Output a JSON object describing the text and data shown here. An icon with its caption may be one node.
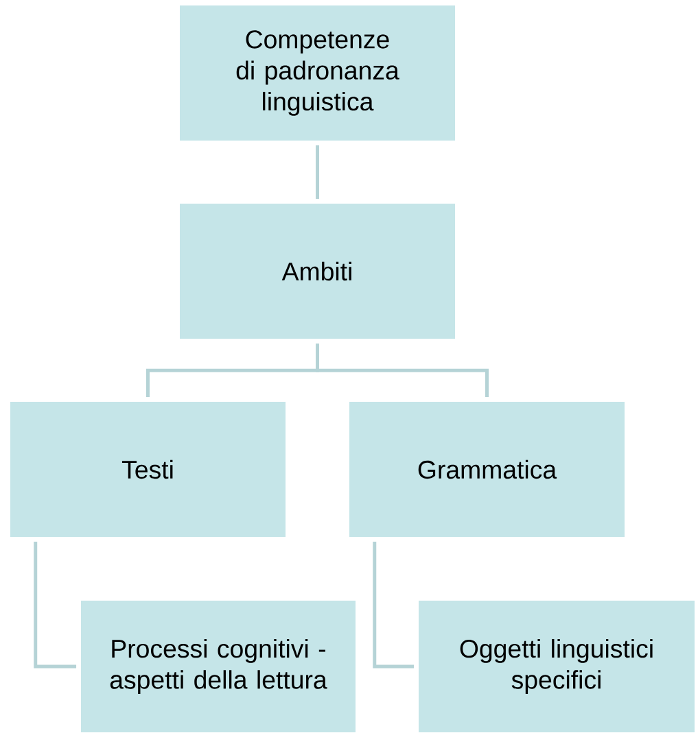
{
  "diagram": {
    "nodes": [
      {
        "text": [
          "Competenze di padronanza linguistica"
        ]
      },
      {
        "text": [
          "Ambiti"
        ]
      },
      {
        "text": [
          "Testi"
        ]
      },
      {
        "text": [
          "Grammatica"
        ]
      },
      {
        "text": [
          "Processi cognitivi - aspetti della lettura"
        ]
      },
      {
        "text": [
          "Oggetti linguistici specifici"
        ]
      }
    ],
    "edges": [
      {
        "from": 0,
        "to": 1,
        "arrow": "none"
      },
      {
        "from": 1,
        "to": 2,
        "arrow": "none"
      },
      {
        "from": 1,
        "to": 3,
        "arrow": "none"
      },
      {
        "from": 2,
        "to": 4,
        "arrow": "none"
      },
      {
        "from": 3,
        "to": 5,
        "arrow": "none"
      }
    ]
  }
}
